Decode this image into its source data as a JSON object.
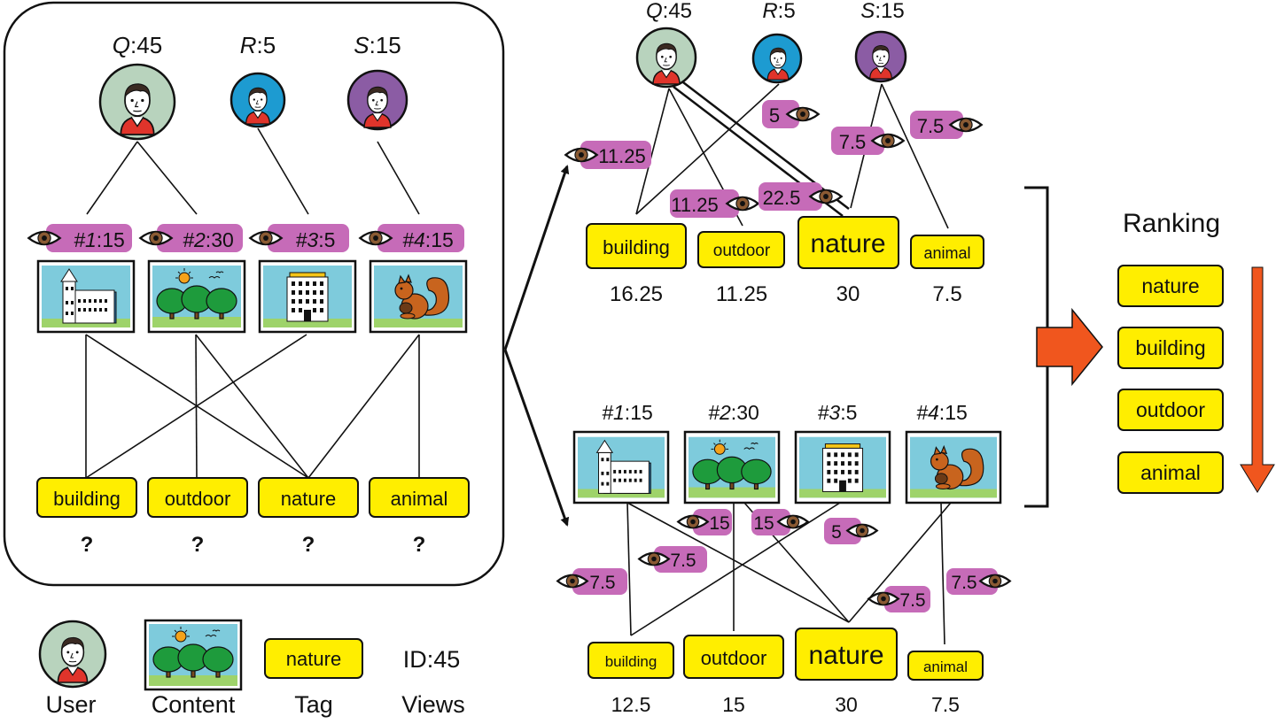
{
  "users": {
    "Q": {
      "letter": "Q",
      "value": "45",
      "color": "#b8d3bd"
    },
    "R": {
      "letter": "R",
      "value": "5",
      "color": "#1d9bd1"
    },
    "S": {
      "letter": "S",
      "value": "15",
      "color": "#8b5ca4"
    }
  },
  "contents": [
    {
      "id": "#1",
      "views": "15",
      "picture": "church"
    },
    {
      "id": "#2",
      "views": "30",
      "picture": "trees"
    },
    {
      "id": "#3",
      "views": "5",
      "picture": "office-building"
    },
    {
      "id": "#4",
      "views": "15",
      "picture": "squirrel"
    }
  ],
  "tags": [
    "building",
    "outdoor",
    "nature",
    "animal"
  ],
  "unknown_mark": "?",
  "top_panel": {
    "edge_labels": [
      "11.25",
      "5",
      "11.25",
      "22.5",
      "7.5",
      "7.5"
    ],
    "scores": [
      "16.25",
      "11.25",
      "30",
      "7.5"
    ]
  },
  "bottom_panel": {
    "edge_labels": [
      "15",
      "15",
      "5",
      "7.5",
      "7.5",
      "7.5",
      "7.5"
    ],
    "scores": [
      "12.5",
      "15",
      "30",
      "7.5"
    ]
  },
  "ranking": {
    "title": "Ranking",
    "items": [
      "nature",
      "building",
      "outdoor",
      "animal"
    ]
  },
  "legend": {
    "user": "User",
    "content": "Content",
    "tag": "Tag",
    "tag_example": "nature",
    "views": "Views",
    "views_example": "ID:45"
  },
  "colors": {
    "tag_fill": "#ffee00",
    "view_badge": "#c66bb8",
    "arrow_orange": "#f0561e",
    "eye_iris": "#8a5a33",
    "sky": "#7ecbdc",
    "grass": "#9ed36a"
  }
}
